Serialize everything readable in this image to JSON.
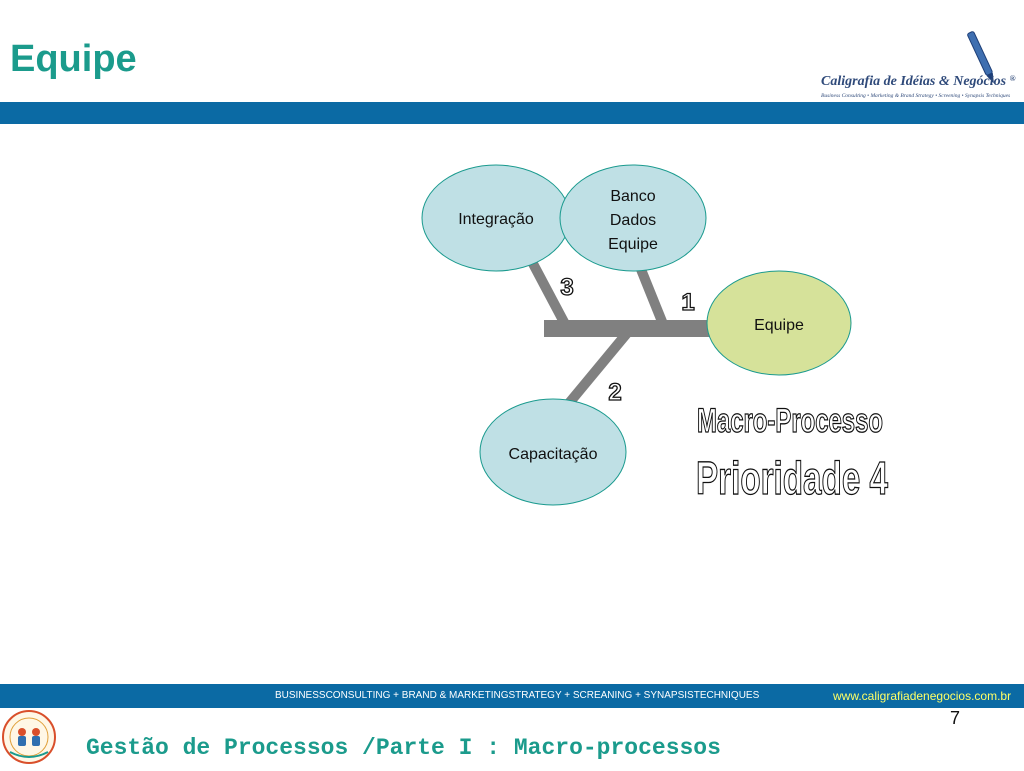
{
  "header": {
    "title": "Equipe",
    "logo_text": "Caligrafia de Idéias & Negócios",
    "logo_reg": "®",
    "logo_sub": "Business Consulting • Marketing & Brand Strategy • Screening • Synapsis Techniques"
  },
  "diagram": {
    "nodes": {
      "integracao": "Integração",
      "banco": [
        "Banco",
        "Dados",
        "Equipe"
      ],
      "equipe": "Equipe",
      "capacitacao": "Capacitação"
    },
    "numbers": {
      "n1": "1",
      "n2": "2",
      "n3": "3"
    },
    "macro": "Macro-Processo",
    "prioridade": "Prioridade 4",
    "colors": {
      "node_fill": "#bfe0e5",
      "node_stroke": "#1a9a8e",
      "equipe_fill": "#d6e29a",
      "spine": "#808080"
    }
  },
  "footer": {
    "bar_text": "BUSINESSCONSULTING  +   BRAND  &   MARKETINGSTRATEGY  +    SCREANING  +  SYNAPSISTECHNIQUES",
    "url": "www.caligrafiadenegocios.com.br",
    "page_number": "7",
    "title": "Gestão de Processos /Parte I : Macro-processos"
  }
}
